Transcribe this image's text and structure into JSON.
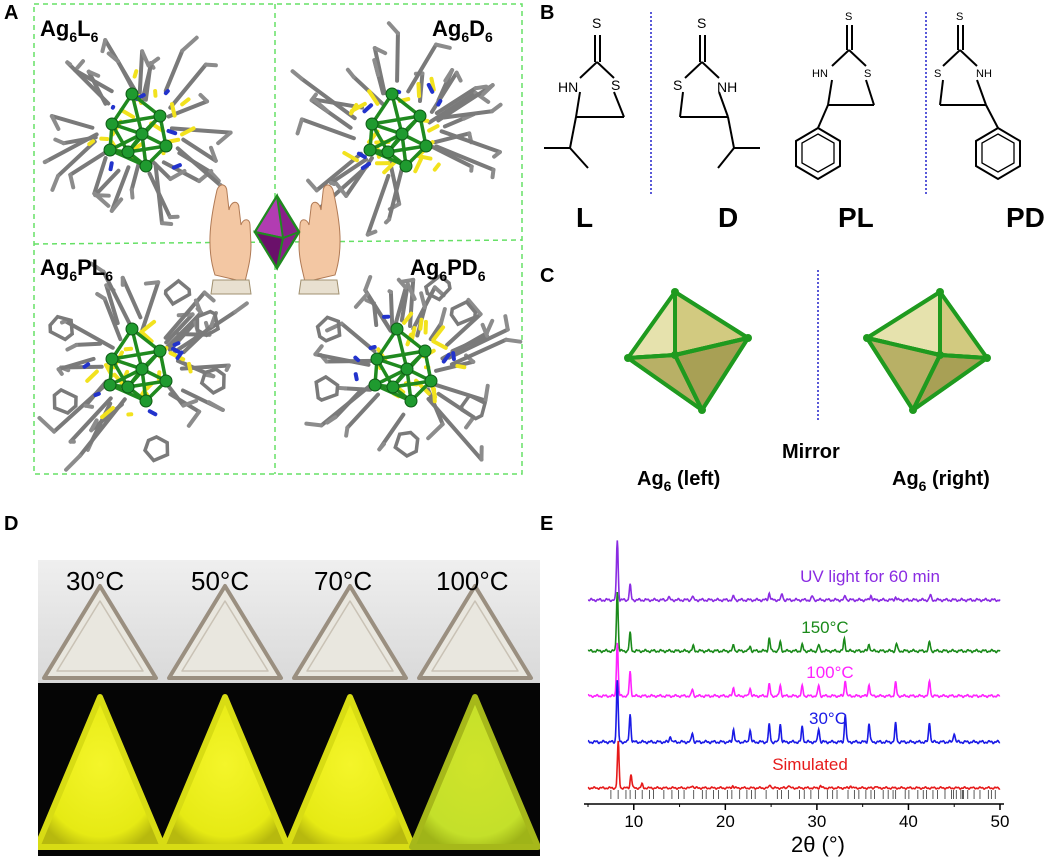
{
  "panels": {
    "A": {
      "letter": "A",
      "quadrants": [
        {
          "base": "Ag",
          "sub1": "6",
          "mid": "L",
          "sub2": "6"
        },
        {
          "base": "Ag",
          "sub1": "6",
          "mid": "D",
          "sub2": "6"
        },
        {
          "base": "Ag",
          "sub1": "6",
          "mid": "PL",
          "sub2": "6"
        },
        {
          "base": "Ag",
          "sub1": "6",
          "mid": "PD",
          "sub2": "6"
        }
      ]
    },
    "B": {
      "letter": "B",
      "ligands": [
        "L",
        "D",
        "PL",
        "PD"
      ],
      "atoms": {
        "S": "S",
        "HN": "HN",
        "NH": "NH"
      }
    },
    "C": {
      "letter": "C",
      "left": {
        "base": "Ag",
        "sub": "6",
        "suffix": " (left)"
      },
      "right": {
        "base": "Ag",
        "sub": "6",
        "suffix": " (right)"
      },
      "mirror": "Mirror"
    },
    "D": {
      "letter": "D",
      "temps": [
        "30°C",
        "50°C",
        "70°C",
        "100°C"
      ]
    },
    "E": {
      "letter": "E",
      "xlabel": "2θ (°)"
    }
  },
  "colors": {
    "green_cluster": "#1f8a1f",
    "green_dash": "#66e066",
    "mirror_blue": "#2222cc",
    "luminescent_yellow": "#e8ef1a",
    "purple": "#8a2be2",
    "green": "#1a8a1a",
    "magenta": "#ff22ff",
    "blue": "#1a1ae6",
    "red": "#e61a1a"
  },
  "chart_data": {
    "type": "line",
    "xlabel": "2θ (°)",
    "ylabel": "",
    "xlim": [
      5,
      50
    ],
    "xticks": [
      10,
      20,
      30,
      40,
      50
    ],
    "grid": false,
    "series": [
      {
        "name": "UV light for 60 min",
        "color": "#8a2be2",
        "peaks": [
          [
            8.2,
            1.0
          ],
          [
            9.6,
            0.25
          ],
          [
            13.8,
            0.05
          ],
          [
            16.4,
            0.06
          ],
          [
            20.9,
            0.06
          ],
          [
            24.8,
            0.12
          ],
          [
            26.2,
            0.1
          ],
          [
            29.5,
            0.06
          ],
          [
            33.1,
            0.07
          ],
          [
            35.9,
            0.08
          ],
          [
            38.6,
            0.05
          ],
          [
            42.4,
            0.08
          ]
        ]
      },
      {
        "name": "150°C",
        "color": "#1a8a1a",
        "peaks": [
          [
            8.2,
            1.0
          ],
          [
            9.6,
            0.3
          ],
          [
            16.5,
            0.08
          ],
          [
            20.9,
            0.1
          ],
          [
            22.7,
            0.08
          ],
          [
            24.8,
            0.22
          ],
          [
            26.0,
            0.15
          ],
          [
            28.4,
            0.1
          ],
          [
            30.2,
            0.1
          ],
          [
            33.0,
            0.2
          ],
          [
            35.7,
            0.12
          ],
          [
            38.7,
            0.12
          ],
          [
            42.3,
            0.15
          ]
        ]
      },
      {
        "name": "100°C",
        "color": "#ff22ff",
        "peaks": [
          [
            8.2,
            1.0
          ],
          [
            9.6,
            0.45
          ],
          [
            16.4,
            0.12
          ],
          [
            20.9,
            0.16
          ],
          [
            22.7,
            0.15
          ],
          [
            24.8,
            0.22
          ],
          [
            26.0,
            0.2
          ],
          [
            28.4,
            0.18
          ],
          [
            30.2,
            0.2
          ],
          [
            33.1,
            0.3
          ],
          [
            35.7,
            0.22
          ],
          [
            38.6,
            0.25
          ],
          [
            42.3,
            0.28
          ]
        ]
      },
      {
        "name": "30°C",
        "color": "#1a1ae6",
        "peaks": [
          [
            8.2,
            1.0
          ],
          [
            9.6,
            0.45
          ],
          [
            14.0,
            0.1
          ],
          [
            16.4,
            0.15
          ],
          [
            20.9,
            0.22
          ],
          [
            22.7,
            0.2
          ],
          [
            24.8,
            0.28
          ],
          [
            26.0,
            0.3
          ],
          [
            28.4,
            0.25
          ],
          [
            30.2,
            0.22
          ],
          [
            33.1,
            0.45
          ],
          [
            35.7,
            0.3
          ],
          [
            38.6,
            0.3
          ],
          [
            42.3,
            0.32
          ],
          [
            45.0,
            0.15
          ]
        ]
      },
      {
        "name": "Simulated",
        "color": "#e61a1a",
        "peaks": [
          [
            8.3,
            1.0
          ],
          [
            9.7,
            0.3
          ],
          [
            10.9,
            0.08
          ],
          [
            16.4,
            0.06
          ],
          [
            20.8,
            0.05
          ],
          [
            24.9,
            0.07
          ],
          [
            26.9,
            0.06
          ],
          [
            30.4,
            0.05
          ],
          [
            33.7,
            0.05
          ],
          [
            36.4,
            0.04
          ]
        ]
      }
    ]
  }
}
